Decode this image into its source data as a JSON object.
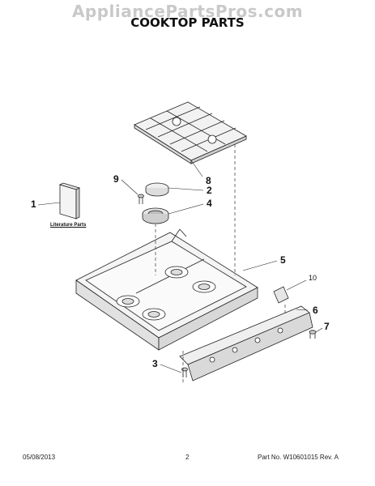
{
  "watermark": "AppliancePartsPros.com",
  "title": "COOKTOP PARTS",
  "literature_label": "Literature Parts",
  "callouts": {
    "c1": "1",
    "c2": "2",
    "c3": "3",
    "c4": "4",
    "c5": "5",
    "c6": "6",
    "c7": "7",
    "c8": "8",
    "c9": "9",
    "c10": "10"
  },
  "footer": {
    "date": "05/08/2013",
    "page": "2",
    "part_no": "Part No. W10601015  Rev. A"
  }
}
